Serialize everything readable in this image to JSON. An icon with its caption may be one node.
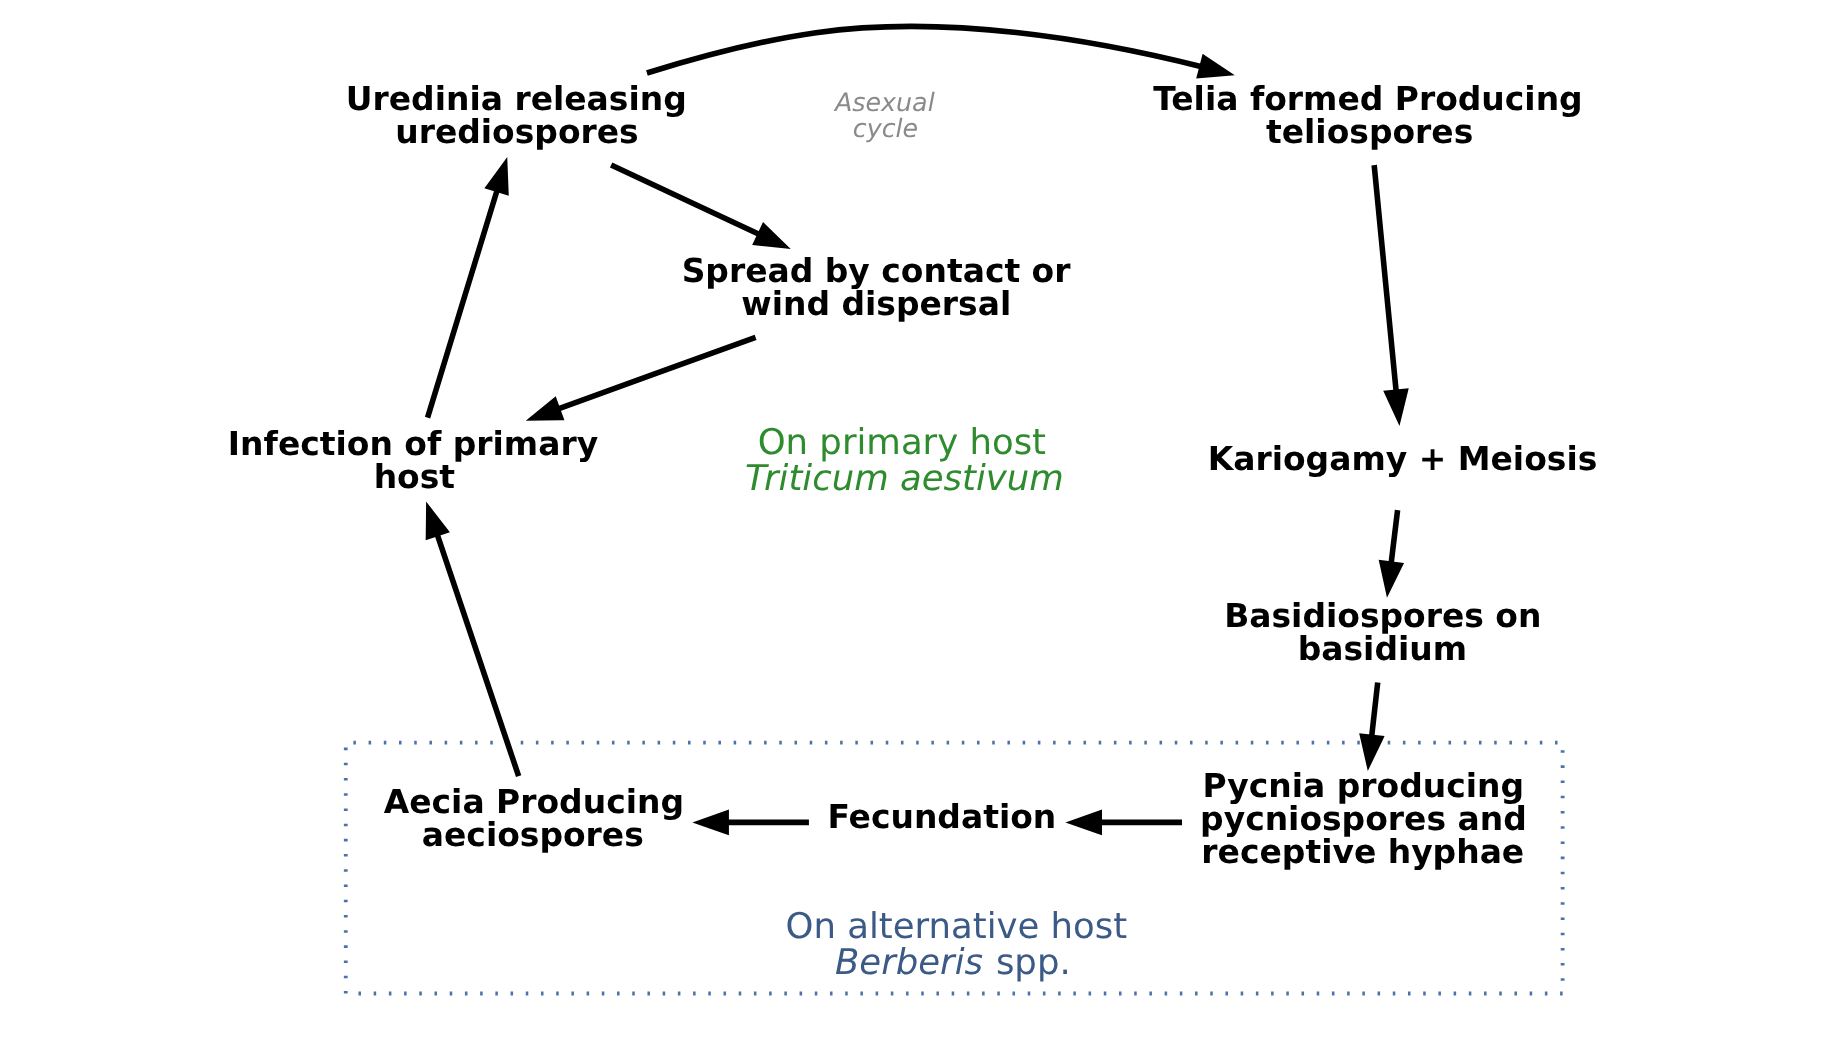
{
  "diagram": {
    "nodes": [
      {
        "text": [
          "Uredinia releasing urediospores"
        ]
      },
      {
        "text": [
          "Telia formed Producing teliospores"
        ]
      },
      {
        "text": [
          "Spread by contact or wind dispersal"
        ]
      },
      {
        "text": [
          "Infection of primary host"
        ]
      },
      {
        "text": [
          "Kariogamy + Meiosis"
        ]
      },
      {
        "text": [
          "Basidiospores on basidium"
        ]
      },
      {
        "text": [
          "On alternative host *Berberis* spp."
        ]
      },
      {
        "text": [
          "Pycnia producing pycniospores and receptive hyphae"
        ],
        "in": 6
      },
      {
        "text": [
          "Fecundation"
        ],
        "in": 6
      },
      {
        "text": [
          "Aecia Producing aeciospores"
        ],
        "in": 6
      }
    ],
    "edges": [
      {
        "from": 0,
        "to": 1,
        "arrow": "to"
      },
      {
        "from": 0,
        "to": 2,
        "arrow": "to"
      },
      {
        "from": 2,
        "to": 3,
        "arrow": "to"
      },
      {
        "from": 3,
        "to": 0,
        "arrow": "to"
      },
      {
        "from": 1,
        "to": 4,
        "arrow": "to"
      },
      {
        "from": 4,
        "to": 5,
        "arrow": "to"
      },
      {
        "from": 5,
        "to": 7,
        "arrow": "to"
      },
      {
        "from": 7,
        "to": 8,
        "arrow": "to"
      },
      {
        "from": 8,
        "to": 9,
        "arrow": "to"
      },
      {
        "from": 9,
        "to": 3,
        "arrow": "to"
      }
    ],
    "labels": [
      "Asexual cycle",
      "On primary host *Triticum aestivum*"
    ]
  }
}
